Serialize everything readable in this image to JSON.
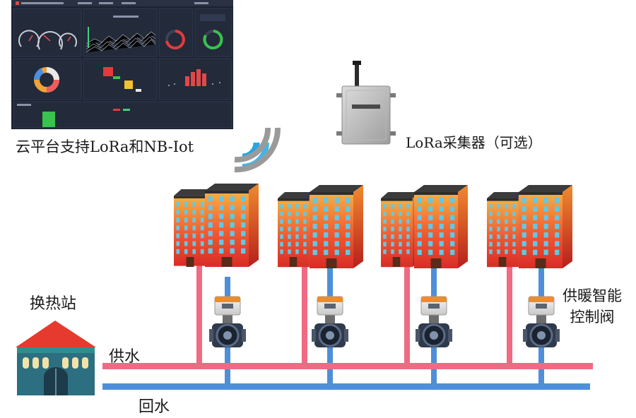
{
  "labels": {
    "cloud_platform": "云平台支持LoRa和NB-Iot",
    "lora_collector": "LoRa采集器（可选）",
    "heat_station": "换热站",
    "supply_water": "供水",
    "return_water": "回水",
    "valve_line1": "供暖智能",
    "valve_line2": "控制阀"
  },
  "colors": {
    "supply_pipe": "#ef6a82",
    "return_pipe": "#4e8fd9",
    "building_red": "#e8412f",
    "building_orange": "#f7a23a",
    "dashboard_bg": "#1c2230",
    "signal_blue": "#27a6e0",
    "signal_gray": "#9a9a9a"
  },
  "icons": [
    "dashboard-screenshot",
    "wifi-signal-icon",
    "lora-collector-box",
    "building-icon",
    "heat-station-icon",
    "valve-icon"
  ]
}
